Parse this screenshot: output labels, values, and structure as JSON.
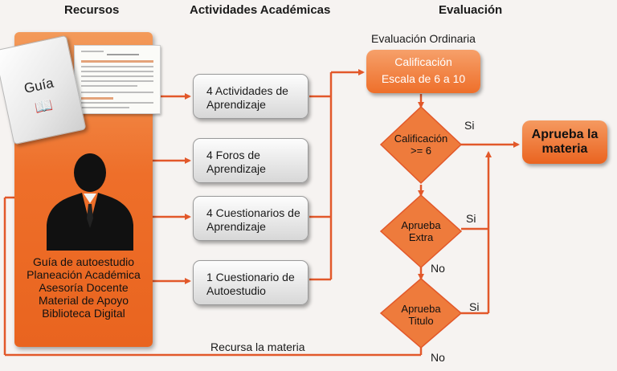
{
  "headers": {
    "recursos": "Recursos",
    "actividades": "Actividades Académicas",
    "evaluacion": "Evaluación",
    "evaluacion_ordinaria": "Evaluación Ordinaria"
  },
  "guia_label": "Guía",
  "resources": [
    "Guía de autoestudio",
    "Planeación Académica",
    "Asesoría Docente",
    "Material de Apoyo",
    "Biblioteca Digital"
  ],
  "activities": [
    {
      "line1": "4 Actividades de",
      "line2": "Aprendizaje"
    },
    {
      "line1": "4 Foros de",
      "line2": "Aprendizaje"
    },
    {
      "line1": "4 Cuestionarios de",
      "line2": "Aprendizaje"
    },
    {
      "line1": "1 Cuestionario de",
      "line2": "Autoestudio"
    }
  ],
  "calificacion": {
    "line1": "Calificación",
    "line2": "Escala de 6 a 10"
  },
  "decisions": {
    "d1": {
      "line1": "Calificación",
      "line2": ">= 6"
    },
    "d2": {
      "line1": "Aprueba",
      "line2": "Extra"
    },
    "d3": {
      "line1": "Aprueba",
      "line2": "Titulo"
    }
  },
  "aprueba": {
    "line1": "Aprueba la",
    "line2": "materia"
  },
  "labels": {
    "si1": "Si",
    "si2": "Si",
    "si3": "Si",
    "no1": "No",
    "no2": "No",
    "recursa": "Recursa la materia"
  },
  "colors": {
    "accent": "#ee6f2a",
    "arrow": "#e2582a",
    "panel": "#ee6f2a"
  }
}
